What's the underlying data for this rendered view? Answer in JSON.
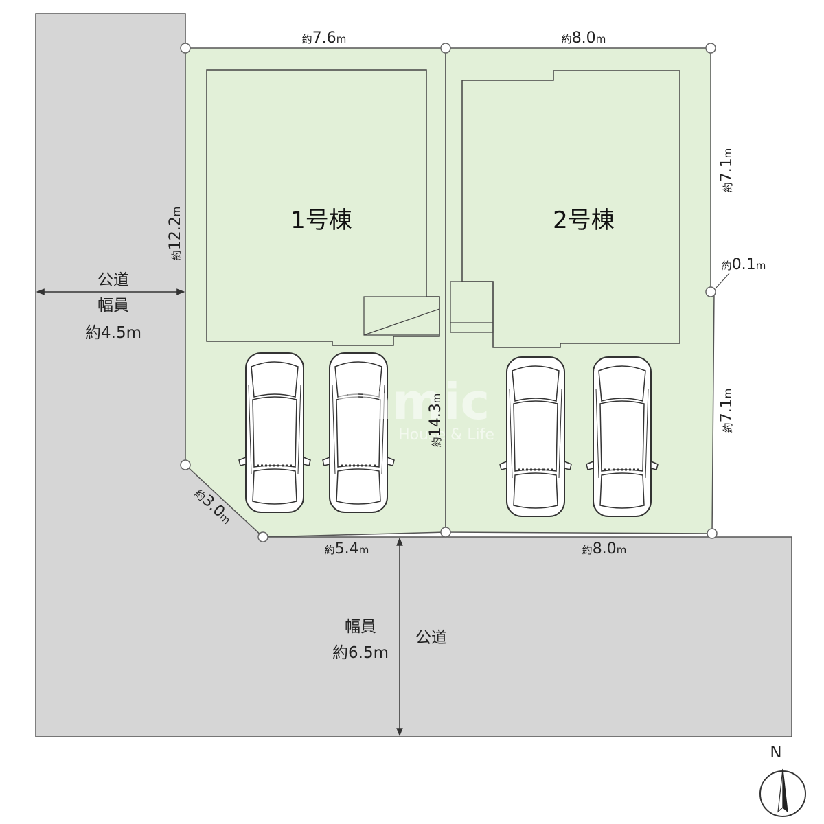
{
  "buildings": [
    {
      "label": "1号棟"
    },
    {
      "label": "2号棟"
    }
  ],
  "roads": {
    "west": {
      "name": "公道",
      "width_label": "幅員",
      "width_value": "約4.5m"
    },
    "south": {
      "name": "公道",
      "width_label": "幅員",
      "width_value": "約6.5m"
    }
  },
  "dimensions": {
    "lot1_north": {
      "prefix": "約",
      "value": "7.6",
      "unit": "m"
    },
    "lot2_north": {
      "prefix": "約",
      "value": "8.0",
      "unit": "m"
    },
    "lot1_west": {
      "prefix": "約",
      "value": "12.2",
      "unit": "m"
    },
    "corner_cut": {
      "prefix": "約",
      "value": "3.0",
      "unit": "m"
    },
    "lot1_south": {
      "prefix": "約",
      "value": "5.4",
      "unit": "m"
    },
    "lot2_south": {
      "prefix": "約",
      "value": "8.0",
      "unit": "m"
    },
    "east_upper": {
      "prefix": "約",
      "value": "7.1",
      "unit": "m"
    },
    "east_offset": {
      "prefix": "約",
      "value": "0.1",
      "unit": "m"
    },
    "east_lower": {
      "prefix": "約",
      "value": "7.1",
      "unit": "m"
    },
    "divider": {
      "prefix": "約",
      "value": "14.3",
      "unit": "m"
    }
  },
  "watermark": {
    "main": "ramic",
    "sub": "House & Life"
  },
  "north_label": "N",
  "parking_spaces": 4,
  "colors": {
    "lot_fill": "#e2f0d8",
    "road_fill": "#d6d6d6",
    "line": "#555555",
    "car_fill": "#ffffff"
  }
}
